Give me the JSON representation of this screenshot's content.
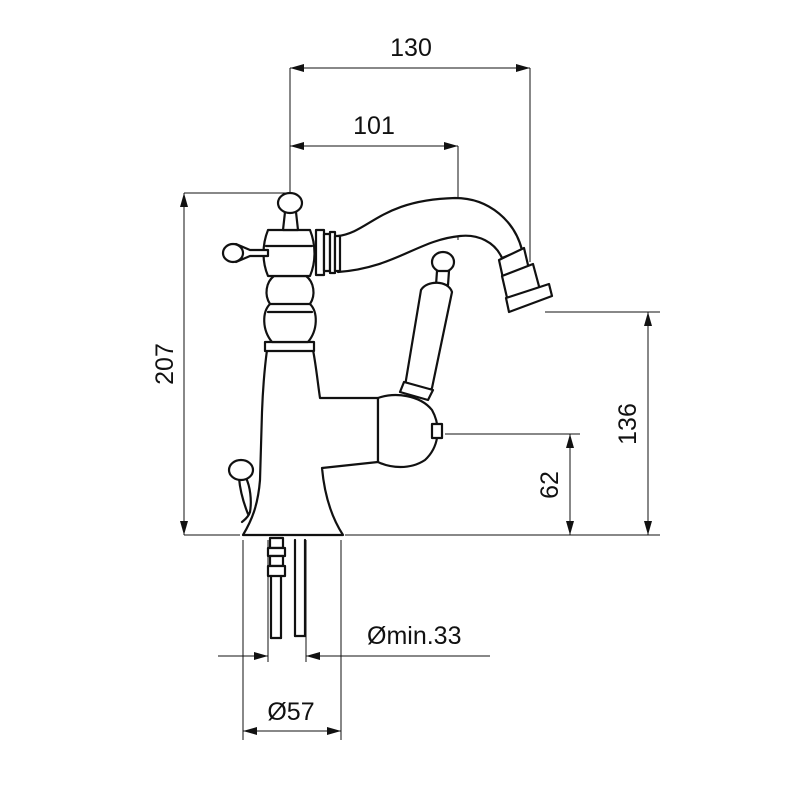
{
  "dimensions": {
    "width_outer": "130",
    "width_inner": "101",
    "height_total": "207",
    "height_spout": "136",
    "height_lever": "62",
    "hole_min": "Ømin.33",
    "base_diameter": "Ø57"
  },
  "colors": {
    "line": "#111111",
    "background": "#ffffff"
  }
}
